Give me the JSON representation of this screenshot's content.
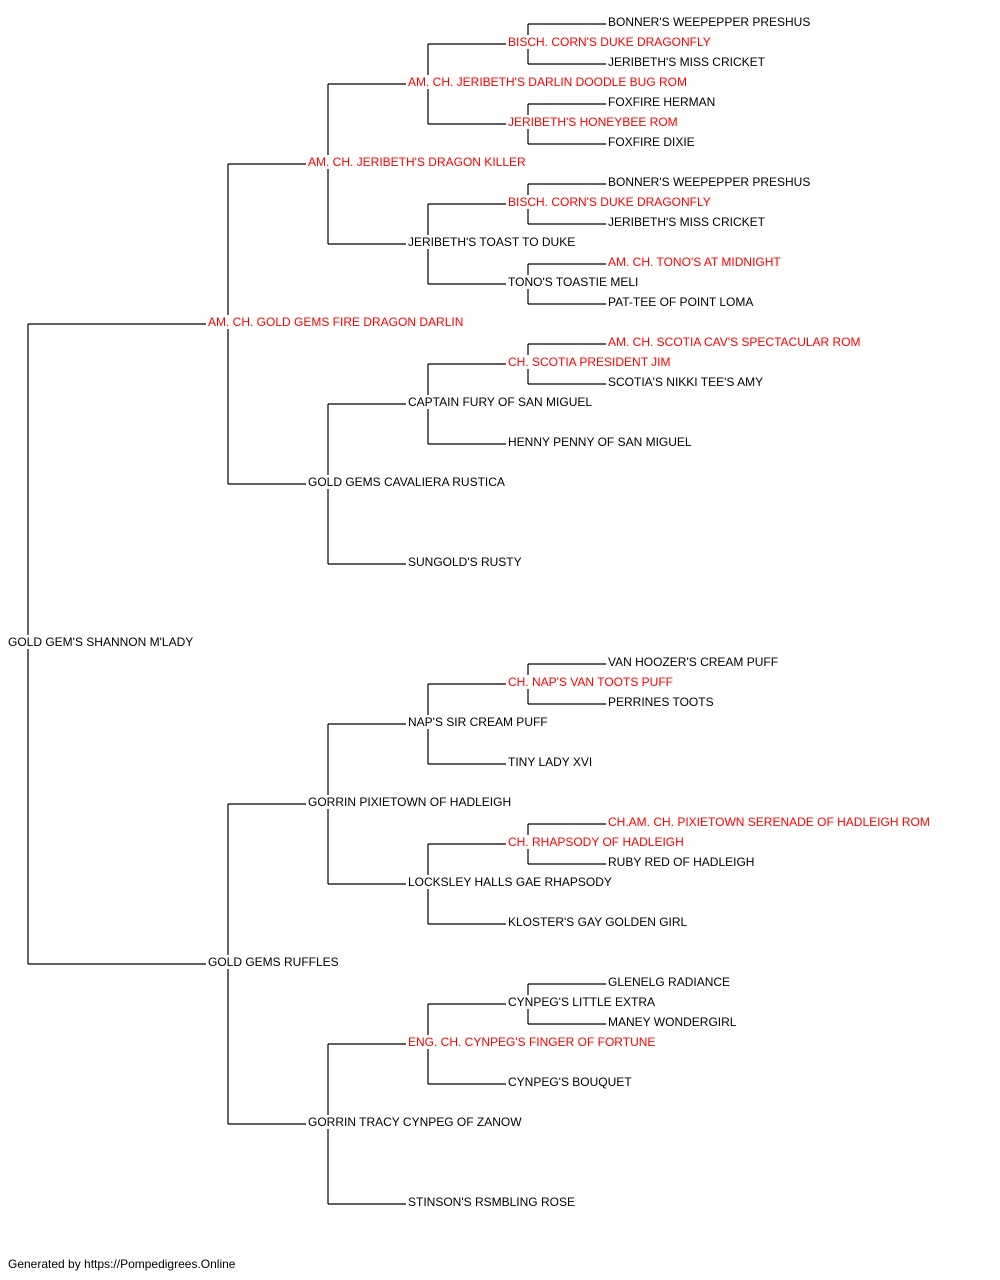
{
  "colors": {
    "champion": "#ff0000",
    "plain": "#000000",
    "lines": "#000000",
    "background": "#ffffff"
  },
  "footer": "Generated by https://Pompedigrees.Online",
  "pedigree": {
    "name": "GOLD GEM'S SHANNON M'LADY",
    "champion": false,
    "sire": {
      "name": "AM. CH. GOLD GEMS FIRE DRAGON DARLIN",
      "champion": true,
      "sire": {
        "name": "AM. CH. JERIBETH'S DRAGON KILLER",
        "champion": true,
        "sire": {
          "name": "AM. CH. JERIBETH'S DARLIN DOODLE BUG ROM",
          "champion": true,
          "sire": {
            "name": "BISCH. CORN'S DUKE DRAGONFLY",
            "champion": true,
            "sire": {
              "name": "BONNER'S WEEPEPPER PRESHUS",
              "champion": false
            },
            "dam": {
              "name": "JERIBETH'S MISS CRICKET",
              "champion": false
            }
          },
          "dam": {
            "name": "JERIBETH'S HONEYBEE ROM",
            "champion": true,
            "sire": {
              "name": "FOXFIRE HERMAN",
              "champion": false
            },
            "dam": {
              "name": "FOXFIRE DIXIE",
              "champion": false
            }
          }
        },
        "dam": {
          "name": "JERIBETH'S TOAST TO DUKE",
          "champion": false,
          "sire": {
            "name": "BISCH. CORN'S DUKE DRAGONFLY",
            "champion": true,
            "sire": {
              "name": "BONNER'S WEEPEPPER PRESHUS",
              "champion": false
            },
            "dam": {
              "name": "JERIBETH'S MISS CRICKET",
              "champion": false
            }
          },
          "dam": {
            "name": "TONO'S TOASTIE MELI",
            "champion": false,
            "sire": {
              "name": "AM. CH. TONO'S AT MIDNIGHT",
              "champion": true
            },
            "dam": {
              "name": "PAT-TEE OF POINT LOMA",
              "champion": false
            }
          }
        }
      },
      "dam": {
        "name": "GOLD GEMS CAVALIERA RUSTICA",
        "champion": false,
        "sire": {
          "name": "CAPTAIN FURY OF SAN MIGUEL",
          "champion": false,
          "sire": {
            "name": "CH. SCOTIA PRESIDENT JIM",
            "champion": true,
            "sire": {
              "name": "AM. CH. SCOTIA CAV'S SPECTACULAR ROM",
              "champion": true
            },
            "dam": {
              "name": "SCOTIA'S NIKKI TEE'S AMY",
              "champion": false
            }
          },
          "dam": {
            "name": "HENNY PENNY OF SAN MIGUEL",
            "champion": false
          }
        },
        "dam": {
          "name": "SUNGOLD'S RUSTY",
          "champion": false
        }
      }
    },
    "dam": {
      "name": "GOLD GEMS RUFFLES",
      "champion": false,
      "sire": {
        "name": "GORRIN PIXIETOWN OF HADLEIGH",
        "champion": false,
        "sire": {
          "name": "NAP'S SIR CREAM PUFF",
          "champion": false,
          "sire": {
            "name": "CH. NAP'S VAN TOOTS PUFF",
            "champion": true,
            "sire": {
              "name": "VAN HOOZER'S CREAM PUFF",
              "champion": false
            },
            "dam": {
              "name": "PERRINES TOOTS",
              "champion": false
            }
          },
          "dam": {
            "name": "TINY LADY XVI",
            "champion": false
          }
        },
        "dam": {
          "name": "LOCKSLEY HALLS GAE RHAPSODY",
          "champion": false,
          "sire": {
            "name": "CH. RHAPSODY OF HADLEIGH",
            "champion": true,
            "sire": {
              "name": "CH.AM. CH. PIXIETOWN SERENADE OF HADLEIGH ROM",
              "champion": true
            },
            "dam": {
              "name": "RUBY RED OF HADLEIGH",
              "champion": false
            }
          },
          "dam": {
            "name": "KLOSTER'S GAY GOLDEN GIRL",
            "champion": false
          }
        }
      },
      "dam": {
        "name": "GORRIN TRACY CYNPEG OF ZANOW",
        "champion": false,
        "sire": {
          "name": "ENG. CH. CYNPEG'S FINGER OF FORTUNE",
          "champion": true,
          "sire": {
            "name": "CYNPEG'S LITTLE EXTRA",
            "champion": false,
            "sire": {
              "name": "GLENELG RADIANCE",
              "champion": false
            },
            "dam": {
              "name": "MANEY WONDERGIRL",
              "champion": false
            }
          },
          "dam": {
            "name": "CYNPEG'S BOUQUET",
            "champion": false
          }
        },
        "dam": {
          "name": "STINSON'S RSMBLING ROSE",
          "champion": false
        }
      }
    }
  }
}
